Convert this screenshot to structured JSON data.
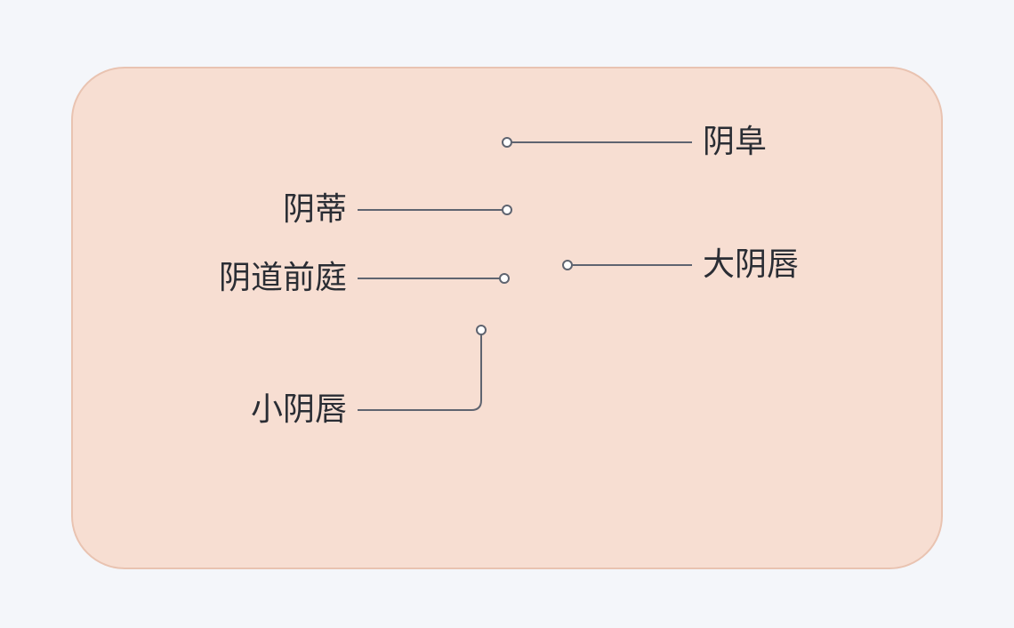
{
  "labels": {
    "mons_pubis": "阴阜",
    "clitoris": "阴蒂",
    "vestibule": "阴道前庭",
    "labia_minora": "小阴唇",
    "labia_majora": "大阴唇"
  },
  "colors": {
    "background": "#f4f6fa",
    "leader_line": "#5f6470",
    "label_text": "#2a2d34"
  }
}
